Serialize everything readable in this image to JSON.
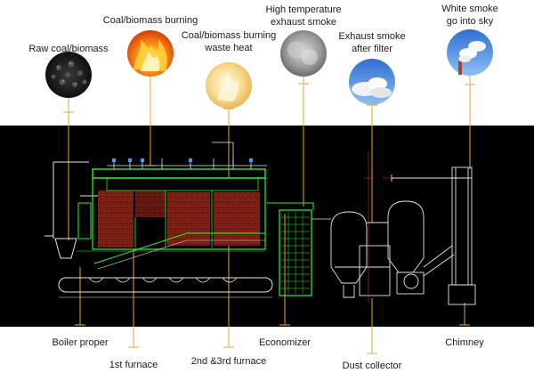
{
  "top_labels": {
    "raw": "Raw coal/biomass",
    "burning": "Coal/biomass burning",
    "waste_heat_1": "Coal/biomass burning",
    "waste_heat_2": "waste heat",
    "high_temp_1": "High temperature",
    "high_temp_2": "exhaust smoke",
    "after_filter_1": "Exhaust smoke",
    "after_filter_2": "after filter",
    "sky_1": "White smoke",
    "sky_2": "go into sky"
  },
  "bottom_labels": {
    "boiler": "Boiler proper",
    "furnace1": "1st furnace",
    "furnace23": "2nd &3rd furnace",
    "economizer": "Economizer",
    "dust": "Dust collector",
    "chimney": "Chimney"
  },
  "icons": [
    "coal-pile-icon",
    "flame-icon",
    "waste-heat-icon",
    "smoke-icon",
    "filtered-smoke-icon",
    "sky-smoke-icon"
  ],
  "colors": {
    "leader": "#e8a23a",
    "panel": "#000000",
    "boiler_green": "#2ef02e",
    "structure_white": "#e6e6e6",
    "brick_red": "#8a1f14"
  }
}
